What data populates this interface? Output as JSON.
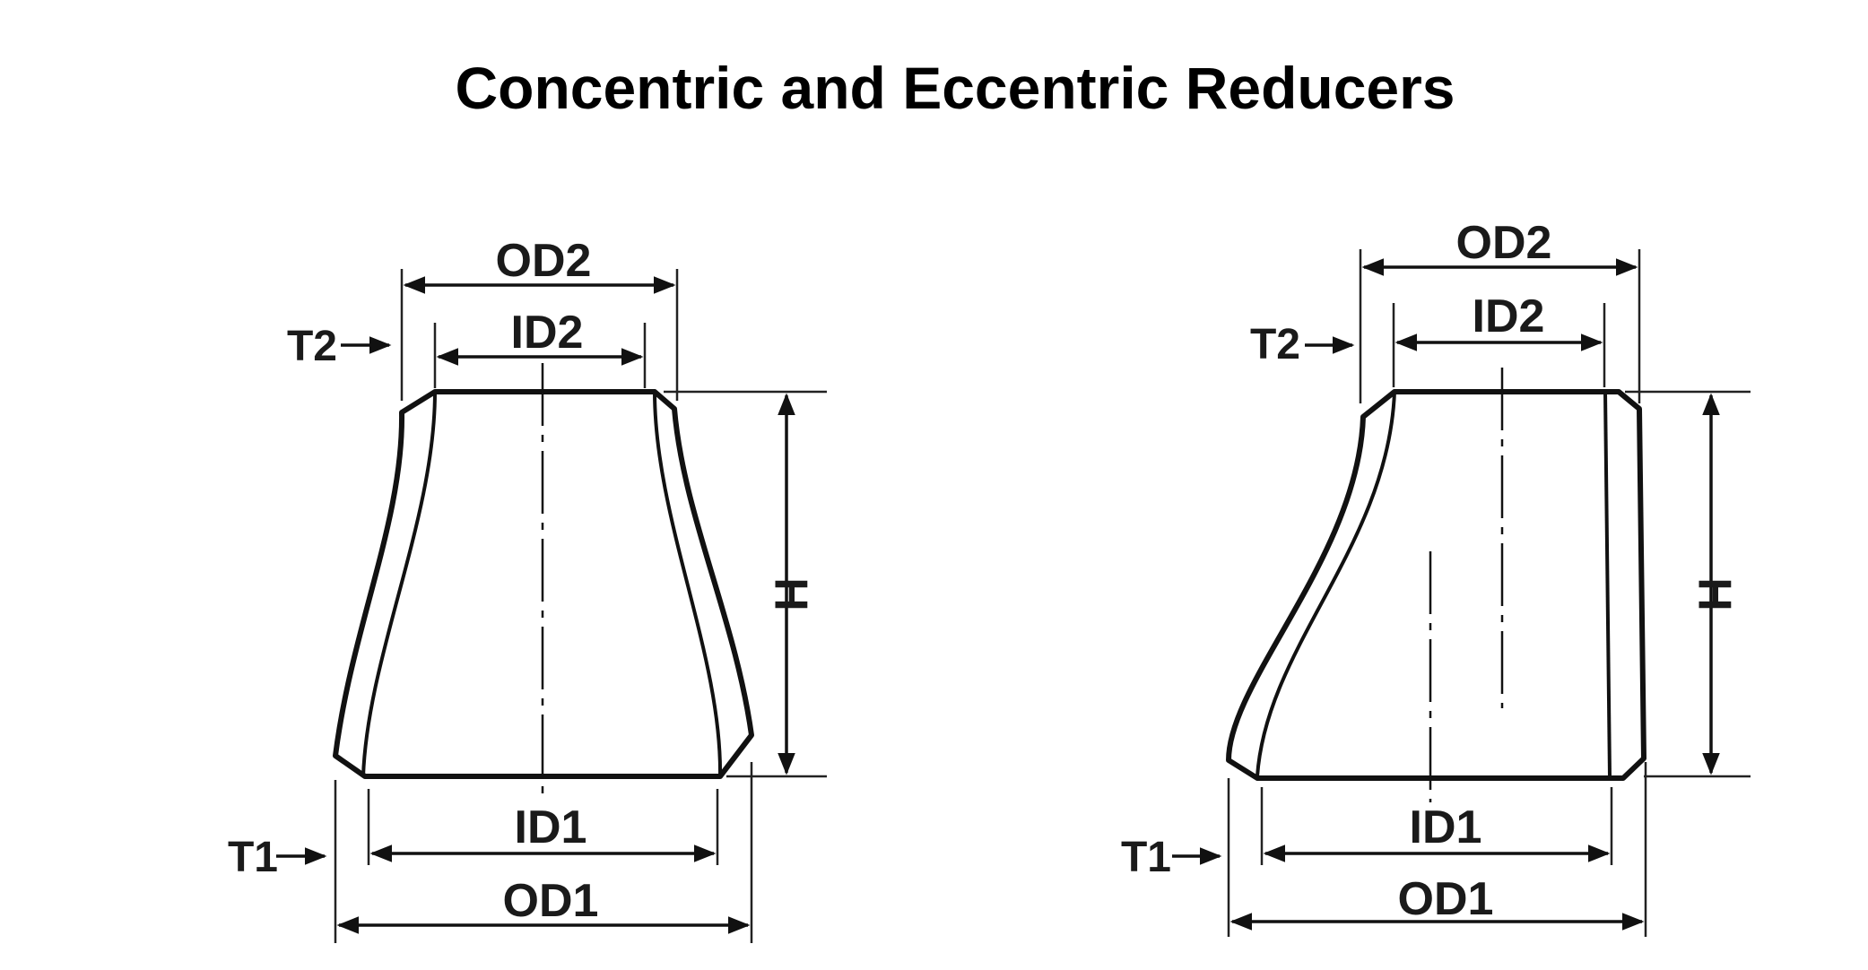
{
  "title": "Concentric and Eccentric Reducers",
  "labels": {
    "od2": "OD2",
    "id2": "ID2",
    "t2": "T2",
    "t1": "T1",
    "h": "H",
    "id1": "ID1",
    "od1": "OD1"
  },
  "colors": {
    "line": "#111111",
    "background": "#ffffff"
  }
}
